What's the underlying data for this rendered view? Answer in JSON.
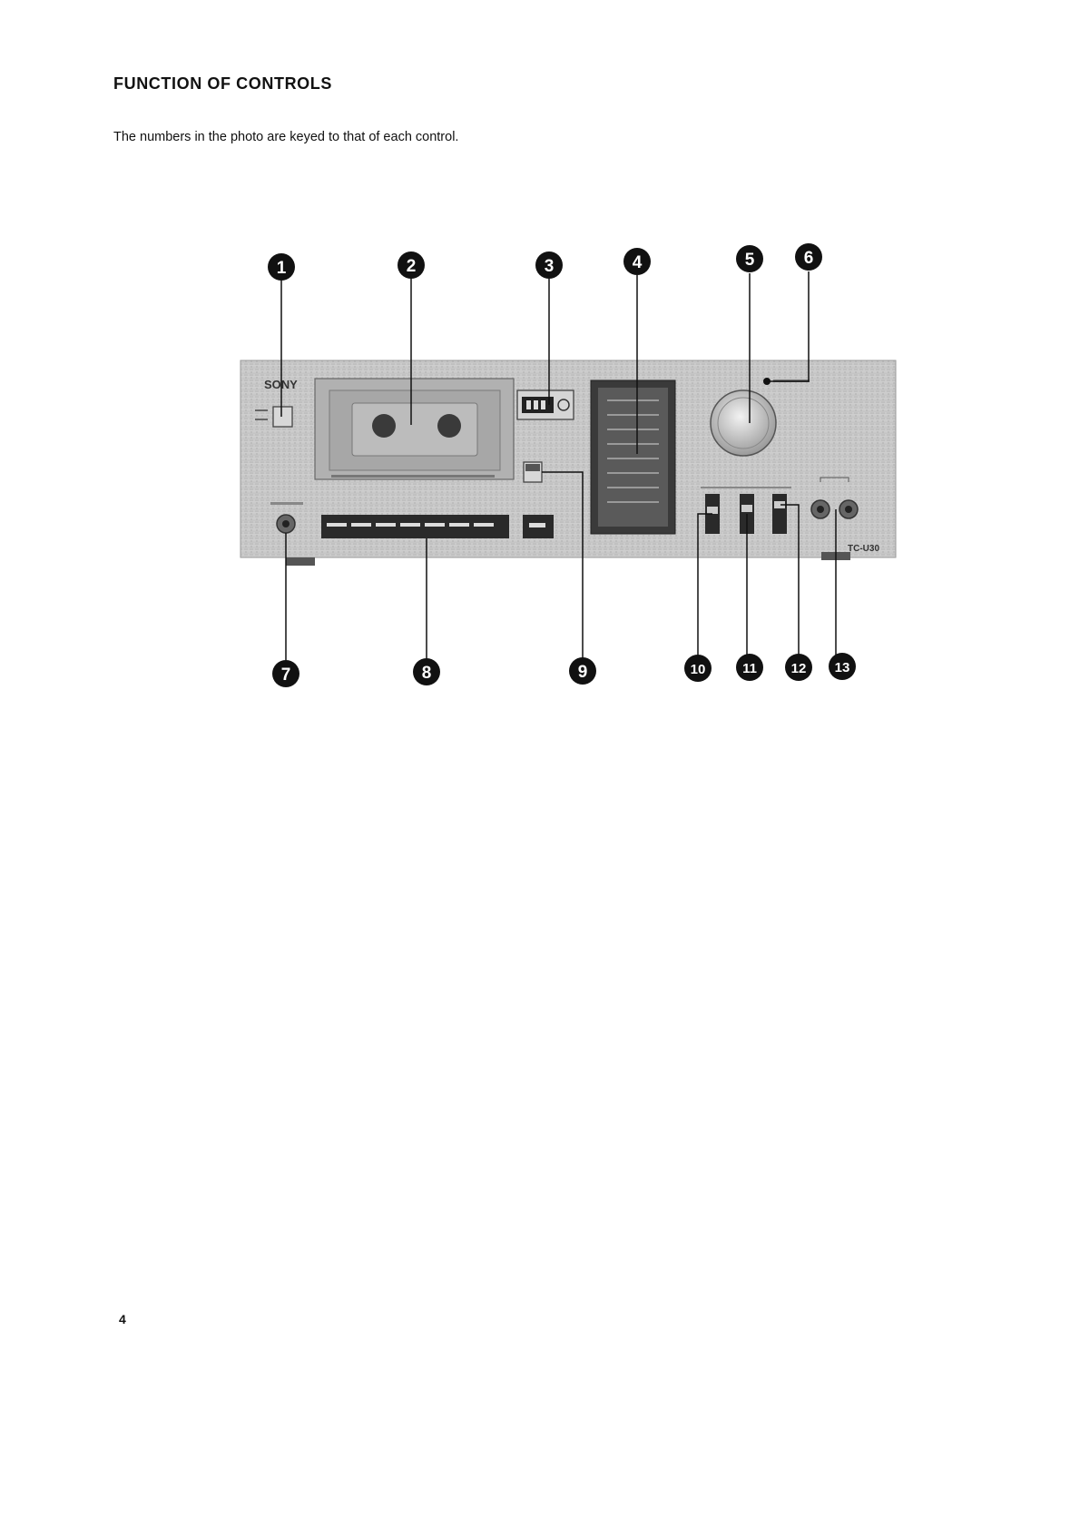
{
  "document": {
    "heading": "FUNCTION OF CONTROLS",
    "intro": "The numbers in the photo are keyed to that of each control.",
    "page_number": "4"
  },
  "device": {
    "brand": "SONY",
    "model": "TC-U30"
  },
  "callouts": [
    "1",
    "2",
    "3",
    "4",
    "5",
    "6",
    "7",
    "8",
    "9",
    "10",
    "11",
    "12",
    "13"
  ]
}
